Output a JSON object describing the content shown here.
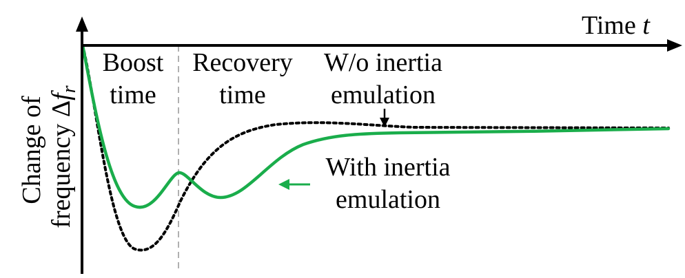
{
  "colors": {
    "axis": "#000000",
    "with_inertia": "#1aad4b",
    "without_inertia": "#000000",
    "divider": "#b0b0b0"
  },
  "axes": {
    "x_label_text": "Time ",
    "x_label_var": "t",
    "y_label_line1": "Change of",
    "y_label_line2_text": "frequency Δ",
    "y_label_line2_var": "f",
    "y_label_line2_sub": "r"
  },
  "regions": {
    "boost_line1": "Boost",
    "boost_line2": "time",
    "recovery_line1": "Recovery",
    "recovery_line2": "time"
  },
  "annotations": {
    "without_line1": "W/o inertia",
    "without_line2": "emulation",
    "with_line1": "With inertia",
    "with_line2": "emulation"
  },
  "icons": {
    "without_pointer": "arrow-down-icon",
    "with_pointer": "arrow-left-icon"
  }
}
